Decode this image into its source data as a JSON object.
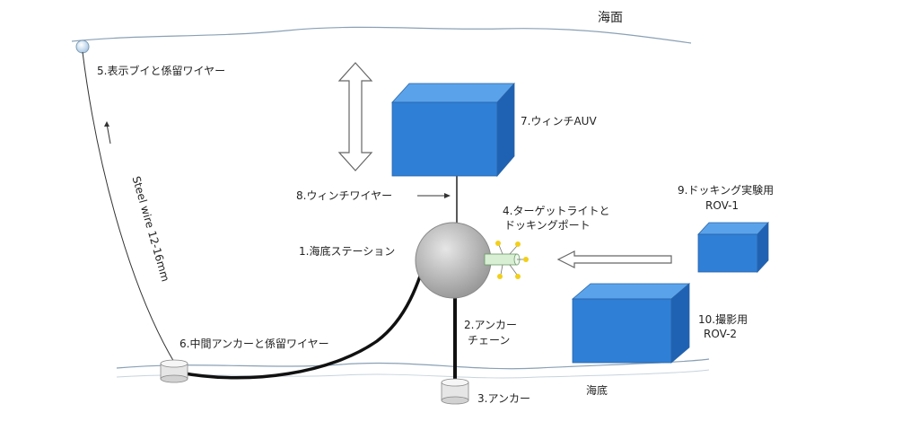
{
  "labels": {
    "sea_surface": "海面",
    "seabed": "海底",
    "station": "1.海底ステーション",
    "anchor_chain_1": "2.アンカー",
    "anchor_chain_2": "チェーン",
    "anchor": "3.アンカー",
    "target_light_1": "4.ターゲットライトと",
    "target_light_2": "ドッキングポート",
    "buoy": "5.表示ブイと係留ワイヤー",
    "intermediate_anchor": "6.中間アンカーと係留ワイヤー",
    "winch_auv": "7.ウィンチAUV",
    "winch_wire": "8.ウィンチワイヤー",
    "rov1_1": "9.ドッキング実験用",
    "rov1_2": "ROV-1",
    "rov2_1": "10.撮影用",
    "rov2_2": "ROV-2",
    "steel_wire": "Steel wire 12-16mm"
  },
  "colors": {
    "box_front": "#2f7fd6",
    "box_top": "#5aa3ea",
    "box_side": "#1f62b3",
    "sphere": "#b9b9b9",
    "water_line": "#8aa0b5"
  }
}
